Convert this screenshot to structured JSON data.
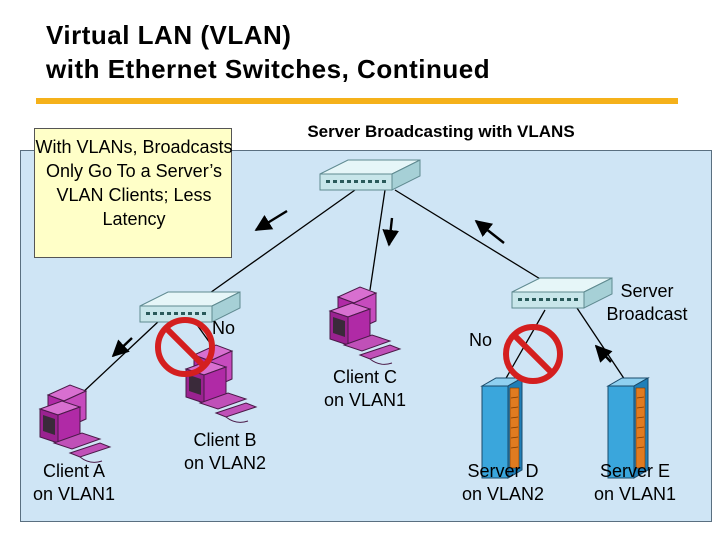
{
  "title": {
    "line1": "Virtual LAN (VLAN)",
    "line2": "with Ethernet Switches, Continued"
  },
  "callout": {
    "text": "With VLANs, Broadcasts Only Go To a Server’s VLAN Clients; Less Latency"
  },
  "header_label": "Server Broadcasting with VLANS",
  "labels": {
    "no_left": "No",
    "no_right": "No",
    "server_broadcast_1": "Server",
    "server_broadcast_2": "Broadcast",
    "client_a_1": "Client A",
    "client_a_2": "on VLAN1",
    "client_b_1": "Client B",
    "client_b_2": "on VLAN2",
    "client_c_1": "Client C",
    "client_c_2": "on VLAN1",
    "server_d_1": "Server D",
    "server_d_2": "on VLAN2",
    "server_e_1": "Server E",
    "server_e_2": "on VLAN1"
  },
  "colors": {
    "accent_rule": "#f5b11a",
    "panel": "#cfe5f5",
    "callout": "#ffffc8",
    "switch": "#c8e6ea",
    "pc": "#b02aa6",
    "server": "#3aa6dc",
    "prohibit": "#d41f1f"
  }
}
